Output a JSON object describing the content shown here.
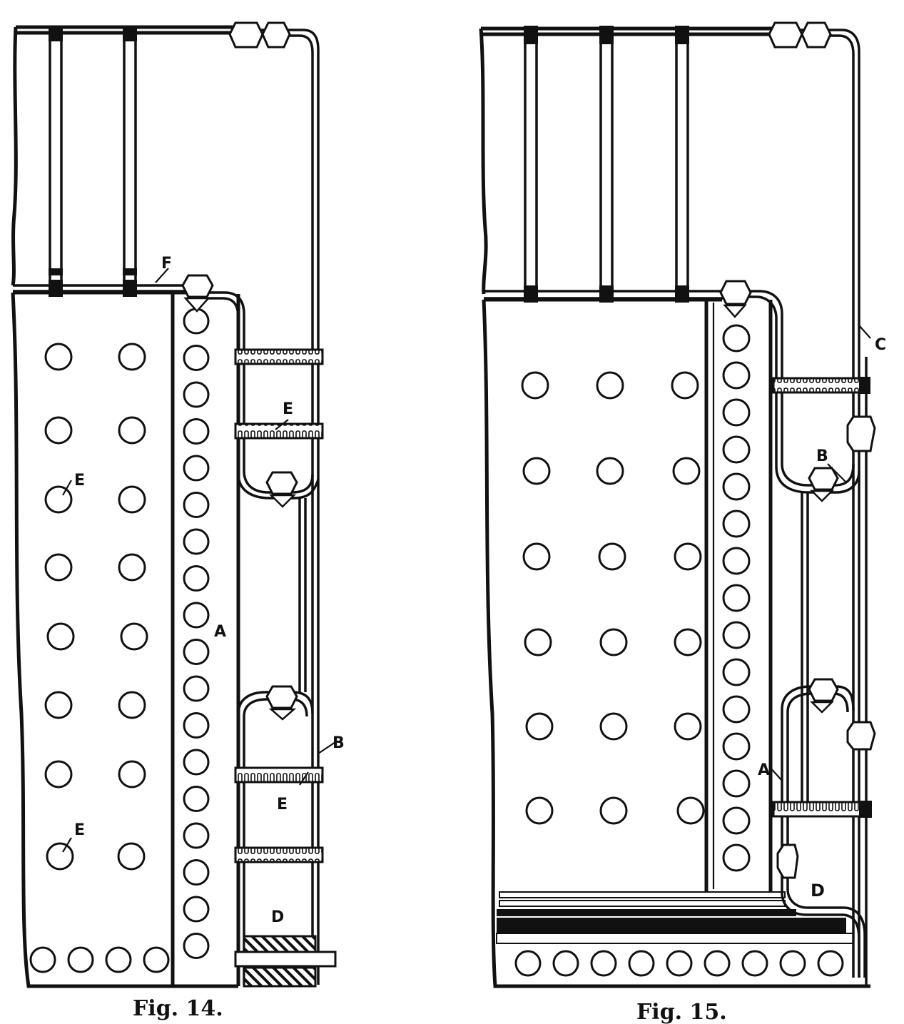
{
  "figures": [
    {
      "caption": "Fig. 14.",
      "labels": {
        "f": "F",
        "a": "A",
        "b": "B",
        "d": "D",
        "e1": "E",
        "e2": "E",
        "e3": "E",
        "e4": "E"
      }
    },
    {
      "caption": "Fig. 15.",
      "labels": {
        "c": "C",
        "b": "B",
        "a": "A",
        "d": "D"
      }
    }
  ],
  "colors": {
    "ink": "#111111",
    "paper": "#ffffff"
  }
}
